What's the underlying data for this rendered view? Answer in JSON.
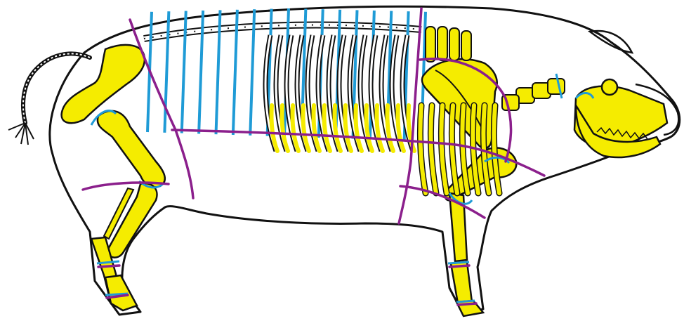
{
  "figure": {
    "subject": "pig-skeleton-meat-cuts",
    "background_color": "#ffffff",
    "colors": {
      "outline": "#111111",
      "bone": "#f5ec00",
      "cut_line": "#8b1f8c",
      "joint_line": "#1f9bd6"
    },
    "regions": [
      {
        "id": "ham"
      },
      {
        "id": "loin"
      },
      {
        "id": "belly"
      },
      {
        "id": "shoulder"
      },
      {
        "id": "jowl"
      },
      {
        "id": "hind-leg"
      },
      {
        "id": "front-leg"
      }
    ]
  }
}
